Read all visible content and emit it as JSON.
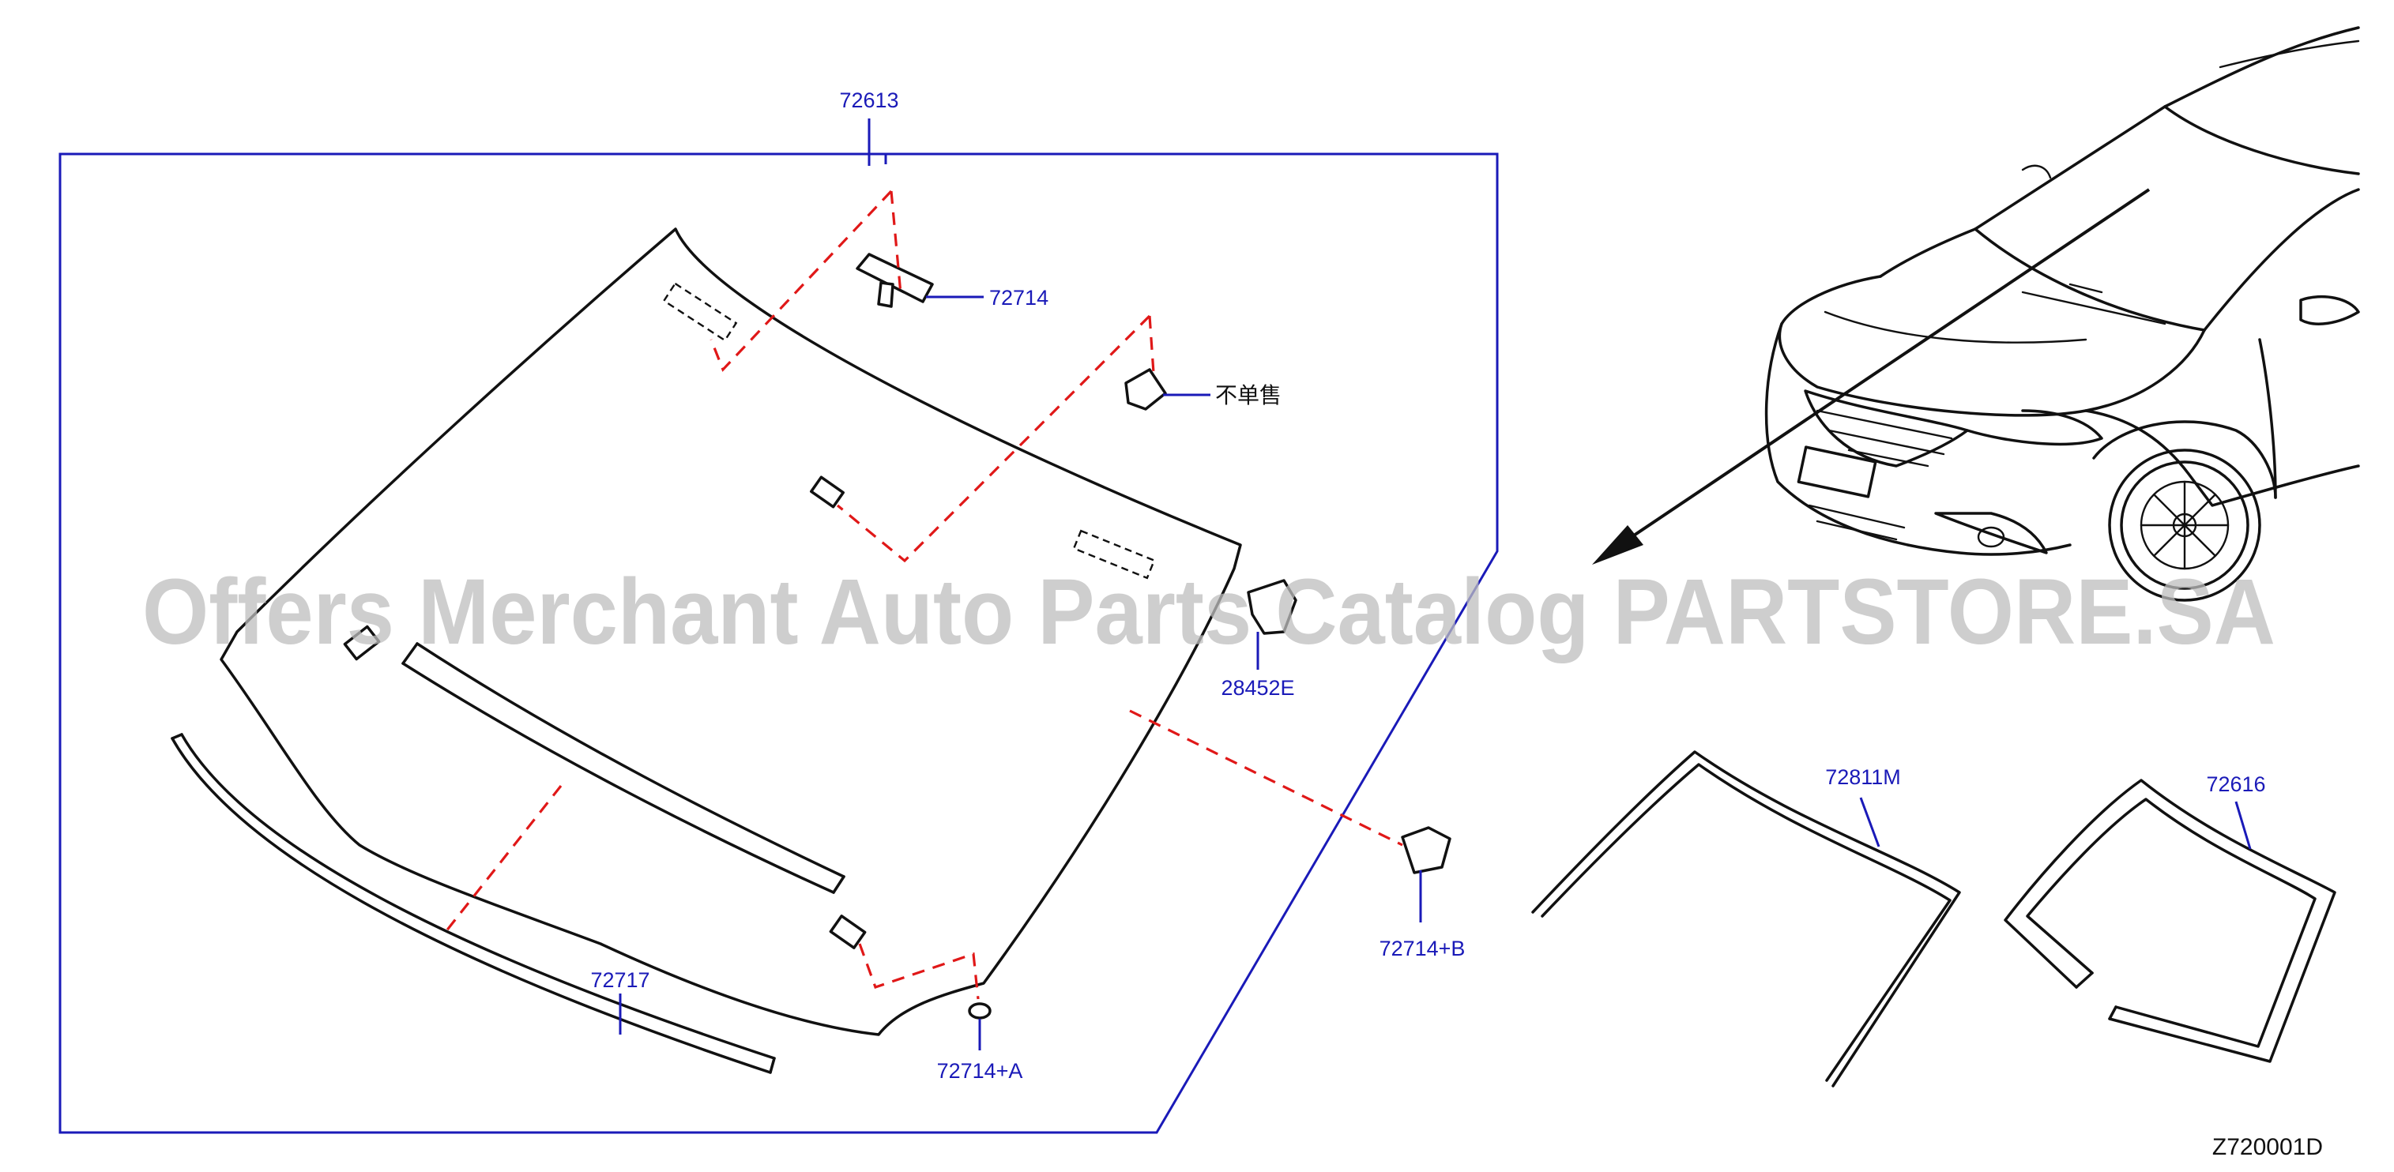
{
  "diagram": {
    "code": "Z720001D",
    "watermark": "Offers Merchant Auto Parts Catalog PARTSTORE.SA",
    "callouts": {
      "assembly": "72613",
      "rear_view_mirror_base": "72714",
      "not_sold_separately": "不单售",
      "clip": "28452E",
      "spacer_b": "72714+B",
      "spacer_a": "72714+A",
      "lower_molding": "72717",
      "upper_molding": "72811M",
      "dam_rubber": "72616"
    }
  }
}
